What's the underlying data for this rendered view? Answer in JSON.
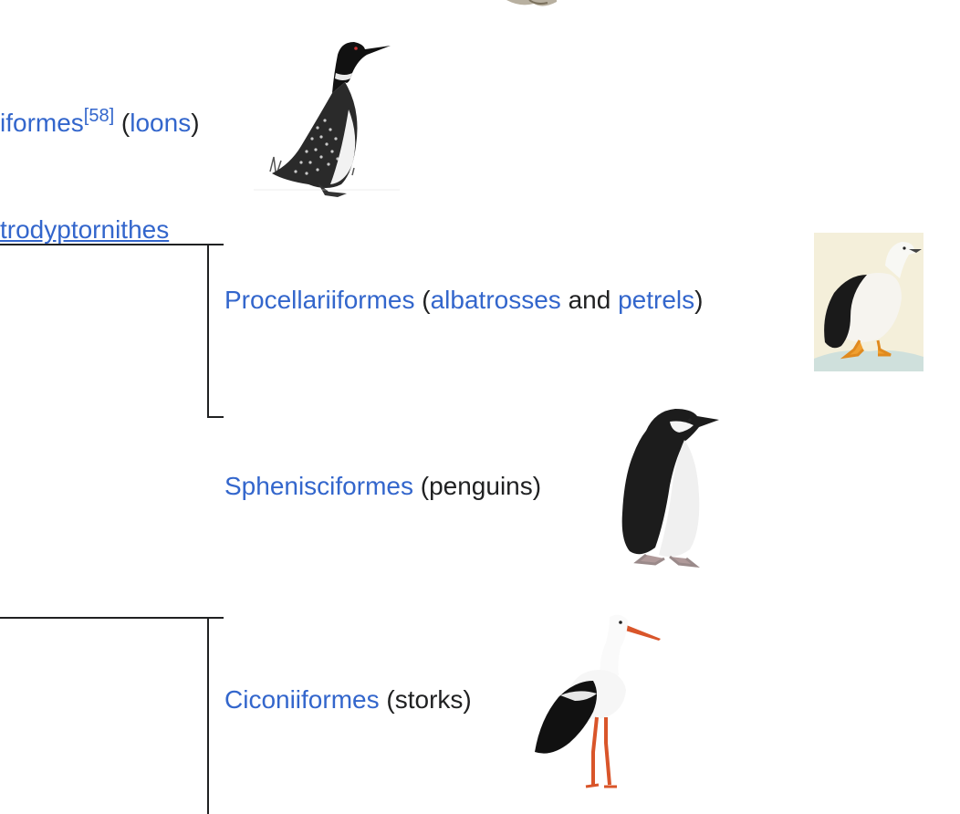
{
  "loons": {
    "name": "iformes",
    "ref": "[58]",
    "paren_open": " (",
    "common": "loons",
    "paren_close": ")"
  },
  "clade": {
    "name": "trodyptornithes"
  },
  "procellariiformes": {
    "name": "Procellariiformes",
    "paren_open": " (",
    "common1": "albatrosses",
    "and": " and ",
    "common2": "petrels",
    "paren_close": ")"
  },
  "sphenisciformes": {
    "name": "Sphenisciformes",
    "common": " (penguins)"
  },
  "ciconiiformes": {
    "name": "Ciconiiformes",
    "common": " (storks)"
  },
  "colors": {
    "link": "#3366cc",
    "text": "#202122",
    "line": "#202122"
  },
  "icons": [
    "loon-image",
    "albatross-image",
    "penguin-image",
    "stork-image"
  ]
}
